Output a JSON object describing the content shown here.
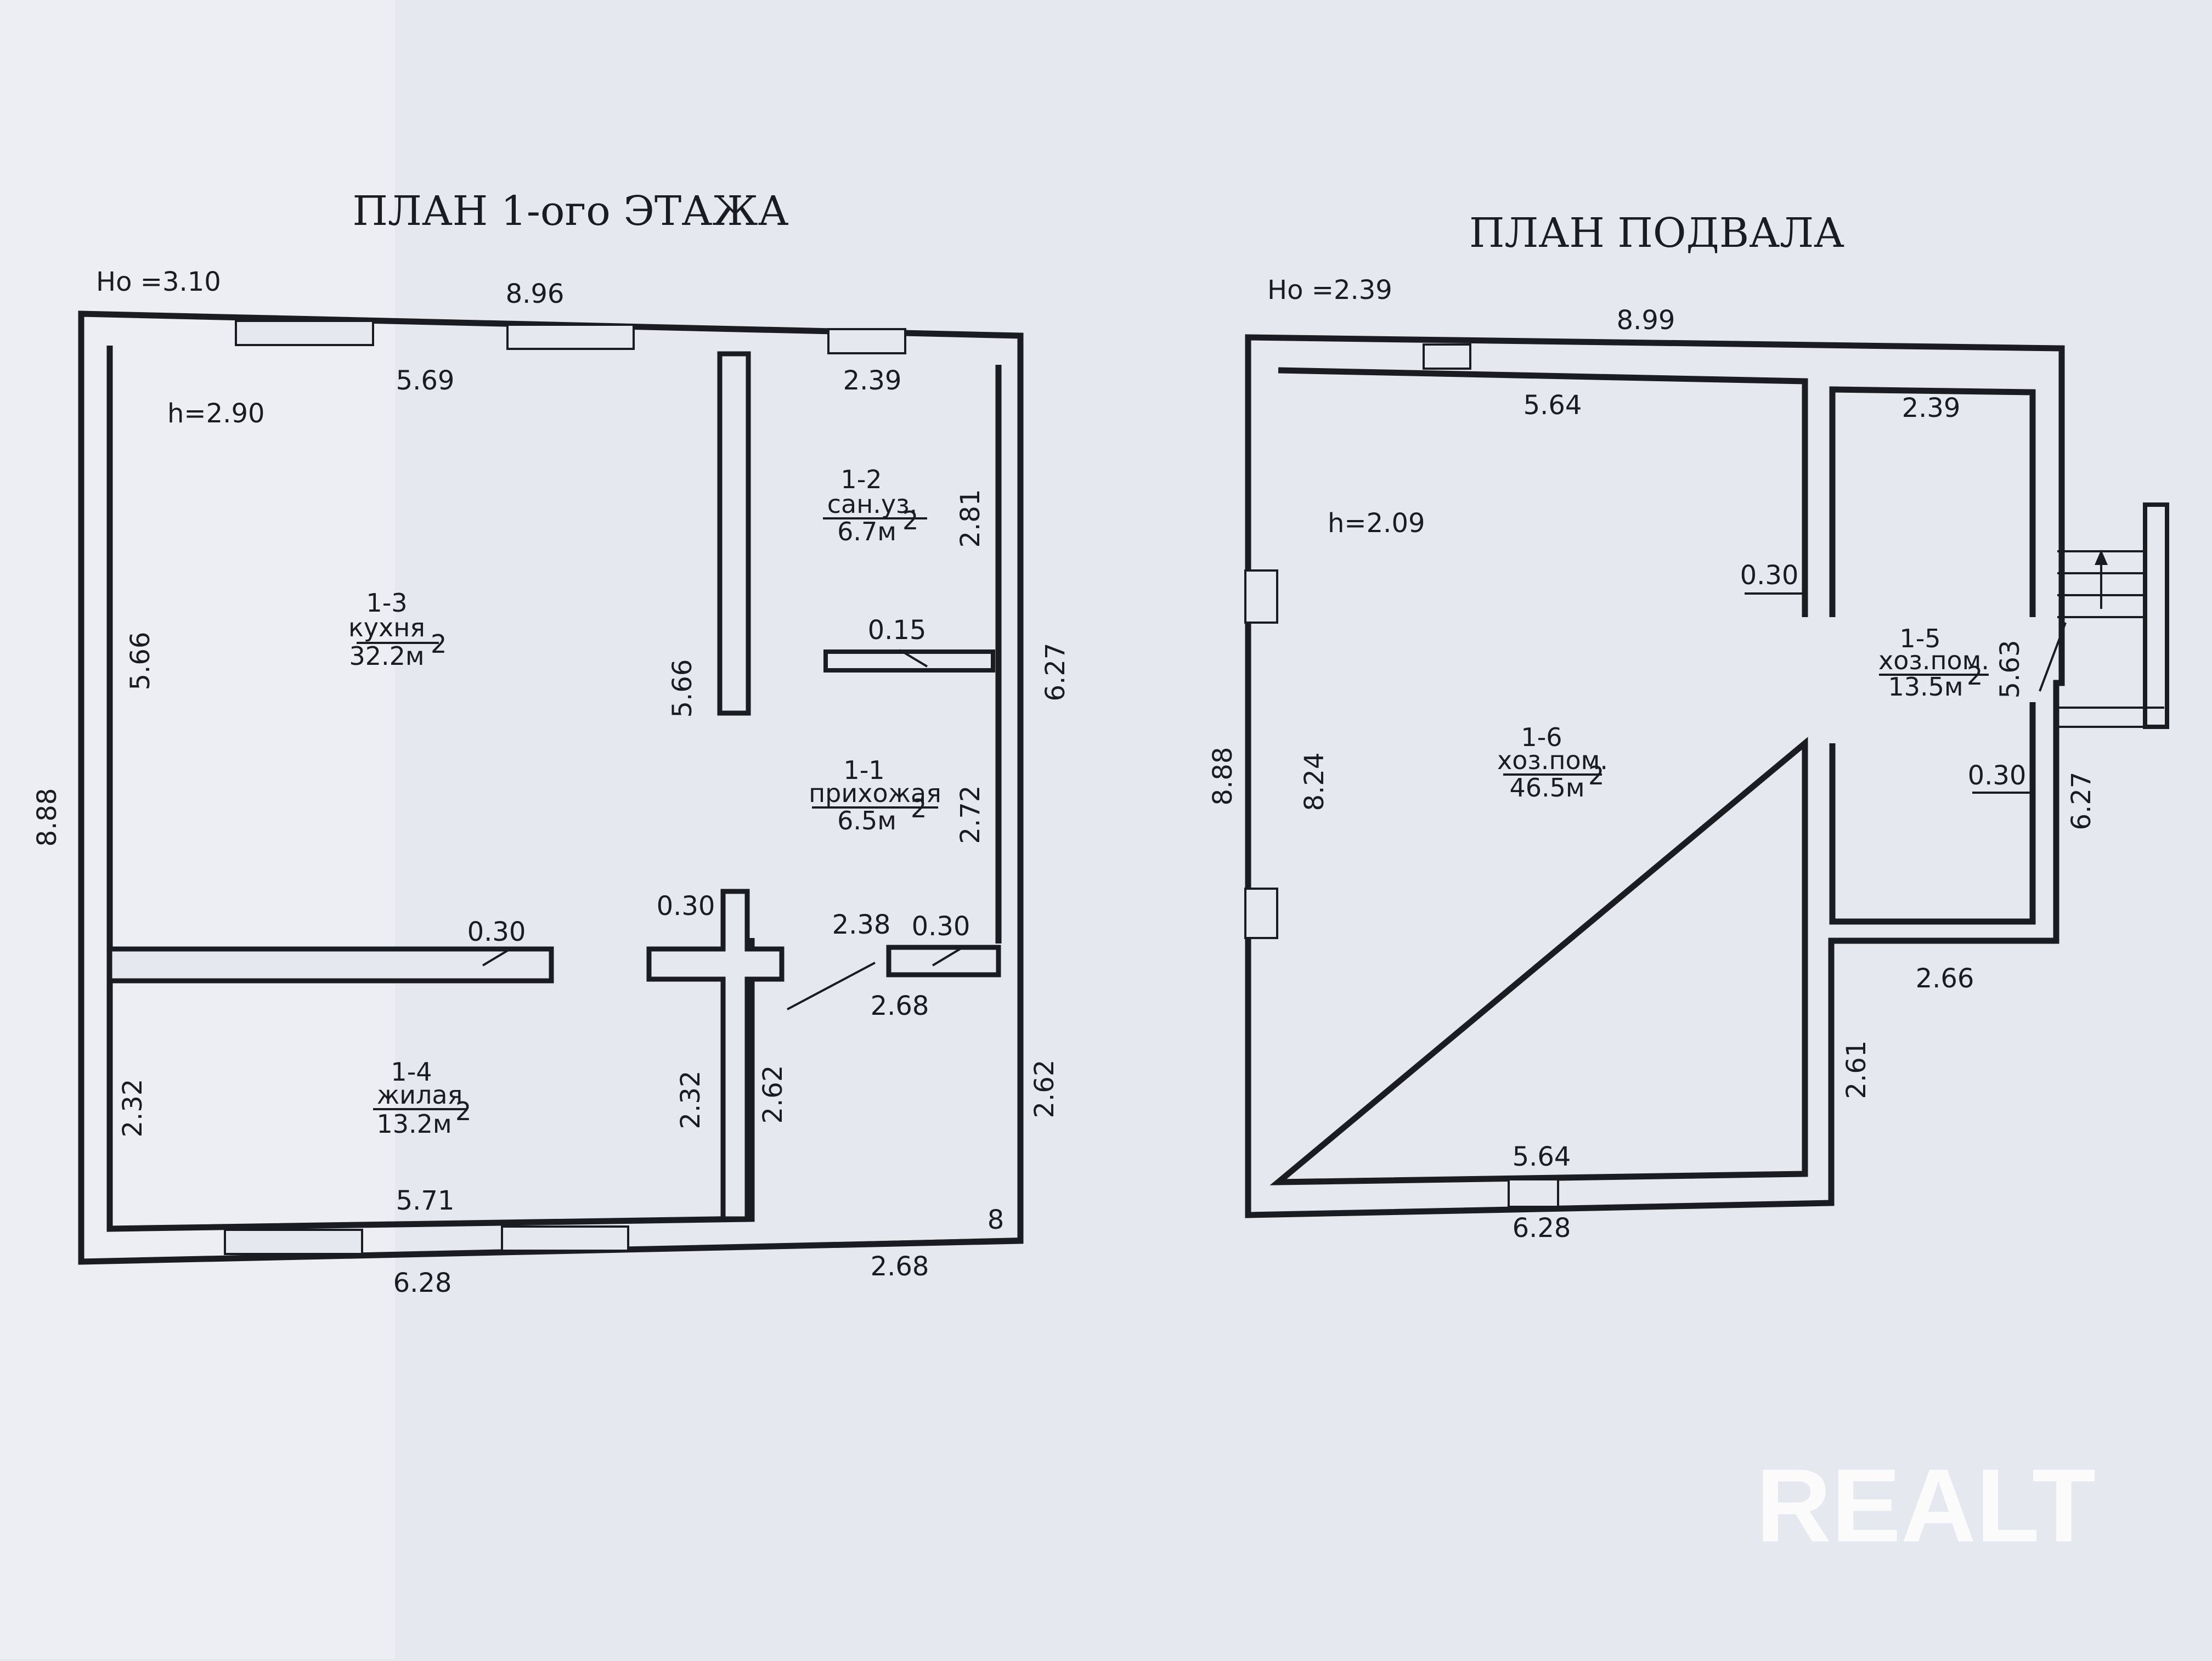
{
  "first_floor": {
    "title": "ПЛАН 1-ого ЭТАЖА",
    "ho": "Hо =3.10",
    "h": "h=2.90",
    "dims": {
      "total_width": "8.96",
      "total_height": "8.88",
      "top_kitchen": "5.69",
      "top_bath": "2.39",
      "left_kitchen": "5.66",
      "partition_height": "5.66",
      "bath_height": "2.81",
      "partition_thin": "0.15",
      "right_total": "6.27",
      "hall_height": "2.72",
      "wall_a": "0.30",
      "wall_b": "0.30",
      "wall_c": "0.30",
      "hall_width": "2.38",
      "porch_width": "2.68",
      "porch_right": "2.62",
      "porch_left": "2.62",
      "living_left": "2.32",
      "living_right": "2.32",
      "bottom_inner": "5.71",
      "bottom_outer": "6.28",
      "porch_bottom": "2.68"
    },
    "rooms": [
      {
        "num": "1-3",
        "name": "кухня",
        "area": "32.2м",
        "sup": "2"
      },
      {
        "num": "1-2",
        "name": "сан.уз.",
        "area": "6.7м",
        "sup": "2"
      },
      {
        "num": "1-1",
        "name": "прихожая",
        "area": "6.5м",
        "sup": "2"
      },
      {
        "num": "1-4",
        "name": "жилая",
        "area": "13.2м",
        "sup": "2"
      }
    ],
    "porch_mark": "8"
  },
  "basement": {
    "title": "ПЛАН ПОДВАЛА",
    "ho": "Hо =2.39",
    "h": "h=2.09",
    "dims": {
      "total_width": "8.99",
      "top_main": "5.64",
      "top_side": "2.39",
      "total_height": "8.88",
      "inner_height": "8.24",
      "wall_a": "0.30",
      "side_height": "5.63",
      "wall_b": "0.30",
      "right_total": "6.27",
      "side_bottom": "2.66",
      "step_height": "2.61",
      "bottom_inner": "5.64",
      "bottom_outer": "6.28"
    },
    "rooms": [
      {
        "num": "1-6",
        "name": "хоз.пом.",
        "area": "46.5м",
        "sup": "2"
      },
      {
        "num": "1-5",
        "name": "хоз.пом.",
        "area": "13.5м",
        "sup": "2"
      }
    ]
  },
  "watermark": "REALT"
}
